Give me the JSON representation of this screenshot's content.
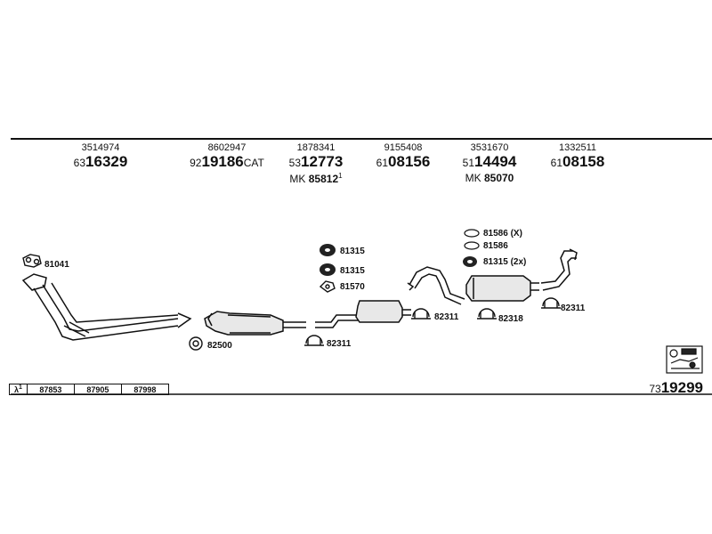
{
  "headers": [
    {
      "small": "3514974",
      "prefix": "63",
      "main": "16329",
      "suffix": ""
    },
    {
      "small": "8602947",
      "prefix": "92",
      "main": "19186",
      "suffix": "CAT"
    },
    {
      "small": "1878341",
      "prefix": "53",
      "main": "12773",
      "suffix": "",
      "mk": "MK",
      "mk_num": "85812",
      "mk_sup": "1"
    },
    {
      "small": "9155408",
      "prefix": "61",
      "main": "08156",
      "suffix": ""
    },
    {
      "small": "3531670",
      "prefix": "51",
      "main": "14494",
      "suffix": "",
      "mk": "MK",
      "mk_num": "85070"
    },
    {
      "small": "1332511",
      "prefix": "61",
      "main": "08158",
      "suffix": ""
    }
  ],
  "labels": {
    "l81041": "81041",
    "l82500": "82500",
    "l81315a": "81315",
    "l81315b": "81315",
    "l81570": "81570",
    "l82311a": "82311",
    "l82311b": "82311",
    "l81586x": "81586 (X)",
    "l81586": "81586",
    "l81315_2x": "81315 (2x)",
    "l82318": "82318",
    "l82311c": "82311"
  },
  "reference_row": {
    "symbol": "λ",
    "symbol_sup": "1",
    "codes": [
      "87853",
      "87905",
      "87998"
    ]
  },
  "total": {
    "prefix": "73",
    "main": "19299"
  }
}
